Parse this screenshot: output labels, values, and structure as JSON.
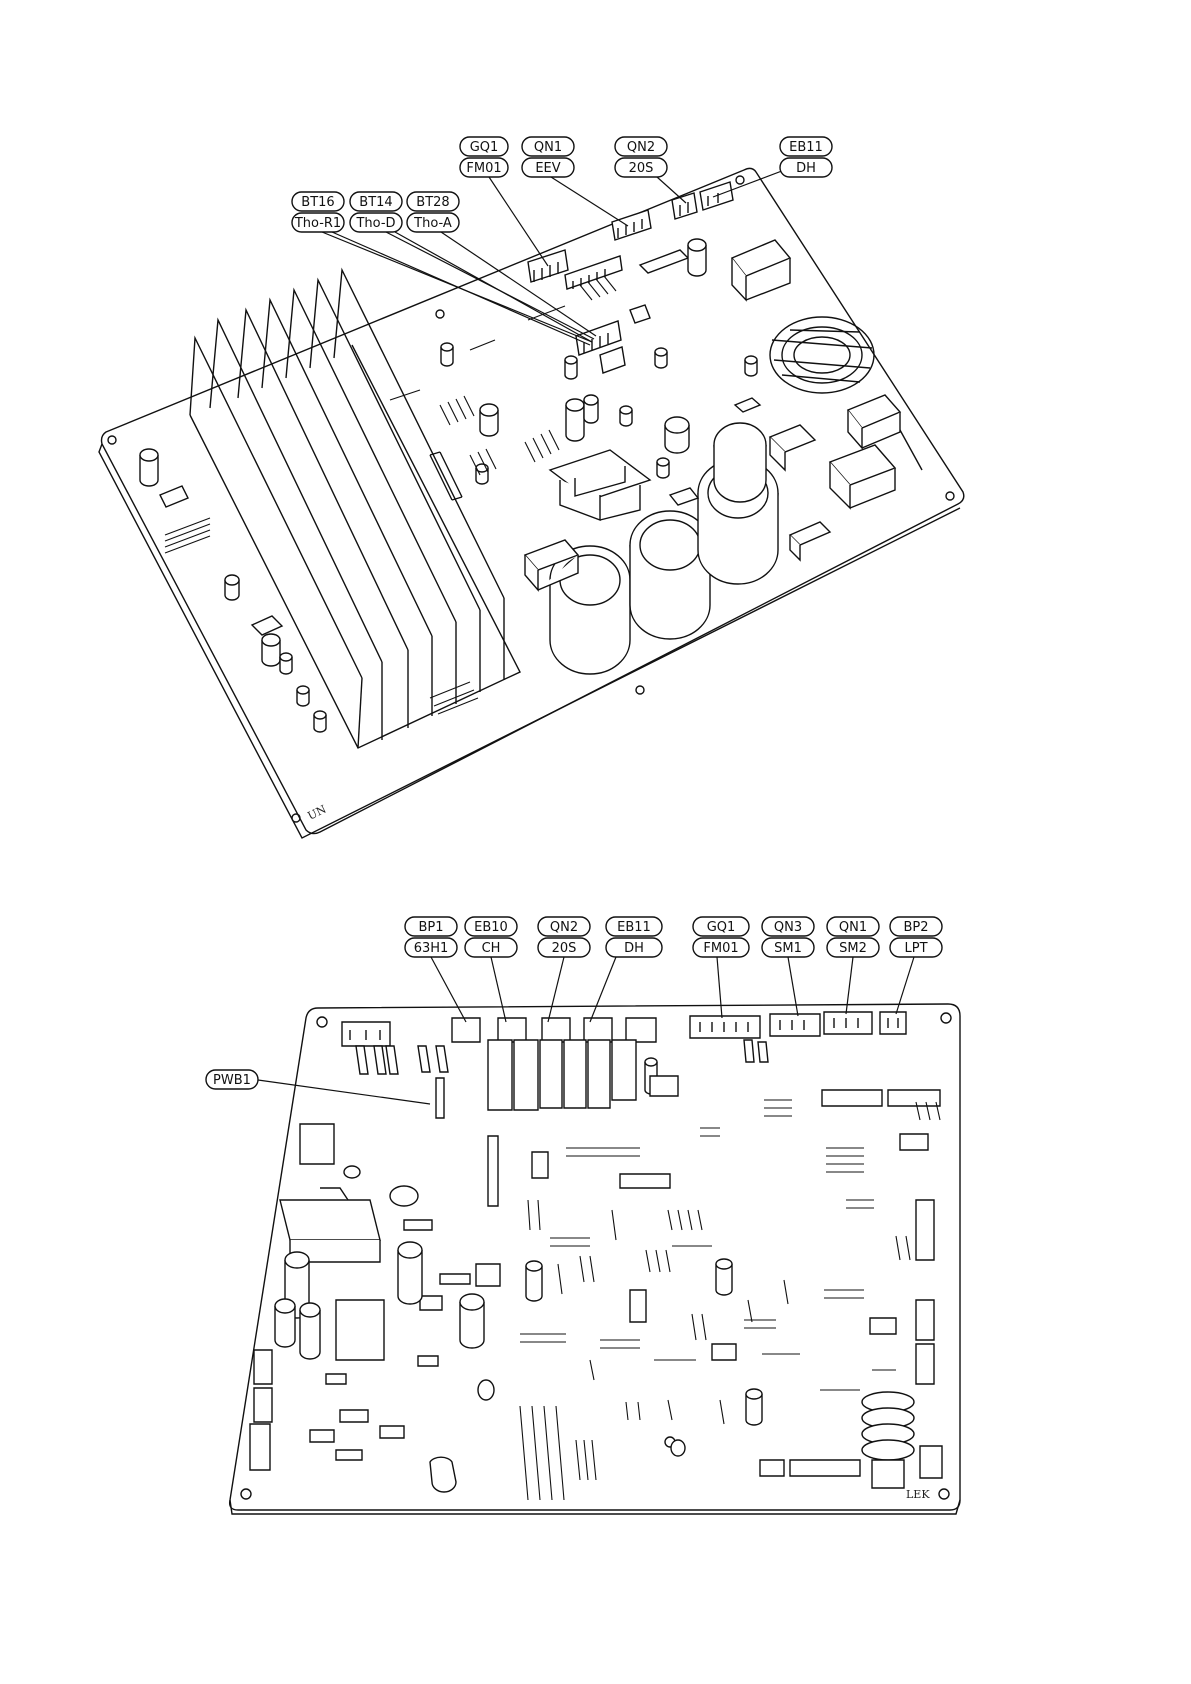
{
  "upper_board": {
    "labels": {
      "gq1": "GQ1",
      "fm01": "FM01",
      "qn1": "QN1",
      "eev": "EEV",
      "qn2": "QN2",
      "s20": "20S",
      "eb11": "EB11",
      "dh": "DH",
      "bt16": "BT16",
      "thor1": "Tho-R1",
      "bt14": "BT14",
      "thod": "Tho-D",
      "bt28": "BT28",
      "thoa": "Tho-A"
    },
    "marking": "UN"
  },
  "lower_board": {
    "labels": {
      "bp1": "BP1",
      "h631": "63H1",
      "eb10": "EB10",
      "ch": "CH",
      "qn2": "QN2",
      "s20": "20S",
      "eb11": "EB11",
      "dh": "DH",
      "gq1": "GQ1",
      "fm01": "FM01",
      "qn3": "QN3",
      "sm1": "SM1",
      "qn1": "QN1",
      "sm2": "SM2",
      "bp2": "BP2",
      "lpt": "LPT",
      "pwb1": "PWB1"
    },
    "marking": "LEK"
  }
}
